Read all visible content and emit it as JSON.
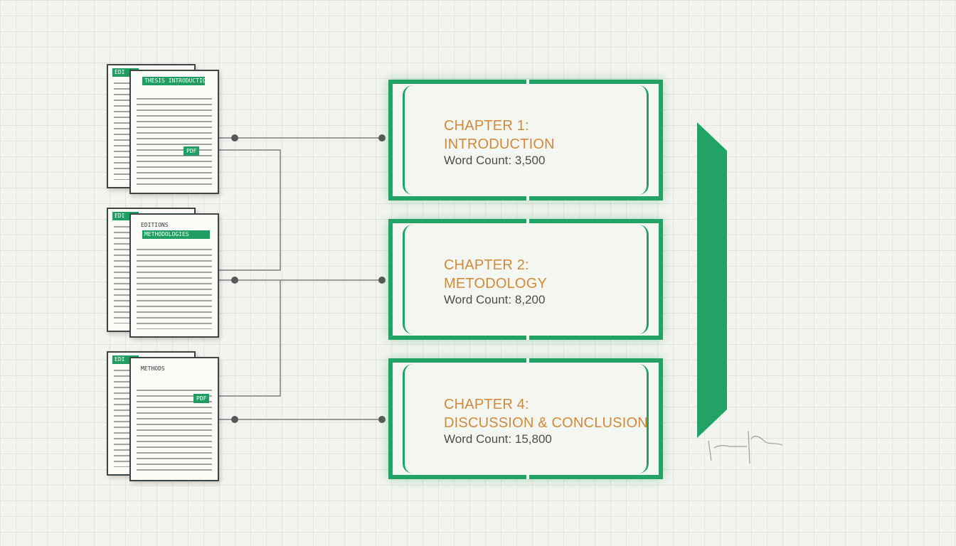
{
  "documents": [
    {
      "tab": "EDI",
      "front_tab": "THESIS INTRODUCTION",
      "badge": "PDF"
    },
    {
      "tab": "EDI",
      "heading": "EDITIONS",
      "front_tab": "METHODOLOGIES",
      "badge": ""
    },
    {
      "tab": "EDI",
      "heading": "METHODS",
      "front_tab": "",
      "badge": "PDF"
    }
  ],
  "chapters": [
    {
      "line1": "CHAPTER 1:",
      "line2": "INTRODUCTION",
      "word_count_label": "Word Count:",
      "word_count": "3,500"
    },
    {
      "line1": "CHAPTER 2:",
      "line2": "METODOLOGY",
      "word_count_label": "Word Count:",
      "word_count": "8,200"
    },
    {
      "line1": "CHAPTER 4:",
      "line2": "DISCUSSION & CONCLUSION",
      "word_count_label": "Word Count:",
      "word_count": "15,800"
    }
  ],
  "colors": {
    "accent": "#23a265",
    "title": "#cf8a3a",
    "connector": "#7b807d"
  }
}
